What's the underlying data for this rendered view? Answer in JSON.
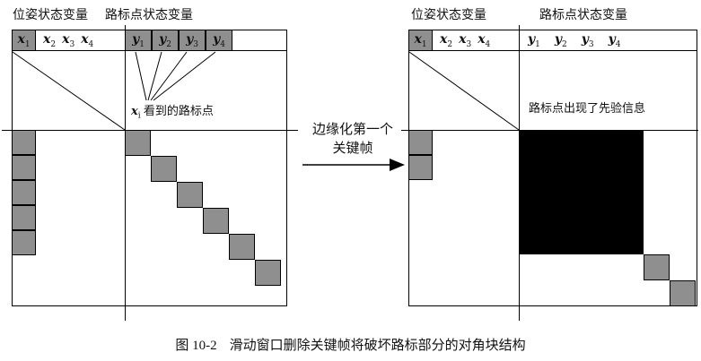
{
  "colors": {
    "cell-gray": "#8f8f8f",
    "block-black": "#000000",
    "line-black": "#000000"
  },
  "left_diagram": {
    "pose_label": "位姿状态变量",
    "landmark_label": "路标点状态变量",
    "x_vars": [
      {
        "base": "x",
        "sub": "1"
      },
      {
        "base": "x",
        "sub": "2"
      },
      {
        "base": "x",
        "sub": "3"
      },
      {
        "base": "x",
        "sub": "4"
      }
    ],
    "y_vars": [
      {
        "base": "y",
        "sub": "1"
      },
      {
        "base": "y",
        "sub": "2"
      },
      {
        "base": "y",
        "sub": "3"
      },
      {
        "base": "y",
        "sub": "4"
      }
    ],
    "annotation": {
      "base": "x",
      "sub": "i",
      "text": " 看到的路标点"
    }
  },
  "transition": {
    "label_line1": "边缘化第一个",
    "label_line2": "关键帧"
  },
  "right_diagram": {
    "pose_label": "位姿状态变量",
    "landmark_label": "路标点状态变量",
    "x_vars": [
      {
        "base": "x",
        "sub": "1"
      },
      {
        "base": "x",
        "sub": "2"
      },
      {
        "base": "x",
        "sub": "3"
      },
      {
        "base": "x",
        "sub": "4"
      }
    ],
    "y_vars": [
      {
        "base": "y",
        "sub": "1"
      },
      {
        "base": "y",
        "sub": "2"
      },
      {
        "base": "y",
        "sub": "3"
      },
      {
        "base": "y",
        "sub": "4"
      }
    ],
    "annotation": "路标点出现了先验信息"
  },
  "caption": {
    "figure_number": "图 10-2",
    "text": "滑动窗口删除关键帧将破坏路标部分的对角块结构"
  }
}
